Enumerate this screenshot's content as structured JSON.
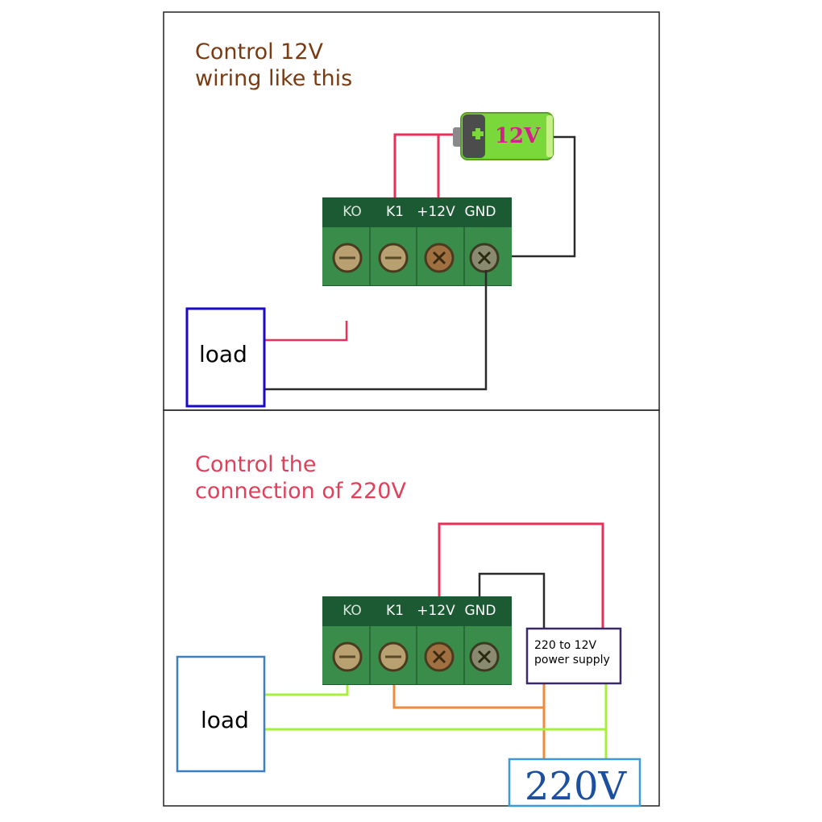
{
  "colors": {
    "title_top": "#7a3a12",
    "title_bottom": "#e0405a",
    "wire_red": "#e8305a",
    "wire_black": "#2a2a2a",
    "wire_green": "#a6f03a",
    "wire_orange": "#f08a3c",
    "box_blue_top": "#1a0ac8",
    "box_blue_bottom": "#3b7fc4",
    "psu_border": "#3a2a6a",
    "mains_blue": "#1b4fa0",
    "pcb_green": "#1c5a34",
    "block_green": "#3a8c4a"
  },
  "top_panel": {
    "title": "Control 12V\nwiring like this",
    "battery_label": "12V",
    "battery_icon": "battery-icon",
    "terminal_labels": [
      "KO",
      "K1",
      "+12V",
      "GND"
    ],
    "load_label": "load"
  },
  "bottom_panel": {
    "title": "Control the\nconnection of 220V",
    "terminal_labels": [
      "KO",
      "K1",
      "+12V",
      "GND"
    ],
    "psu_label": "220 to 12V\npower supply",
    "load_label": "load",
    "mains_label": "220V"
  }
}
